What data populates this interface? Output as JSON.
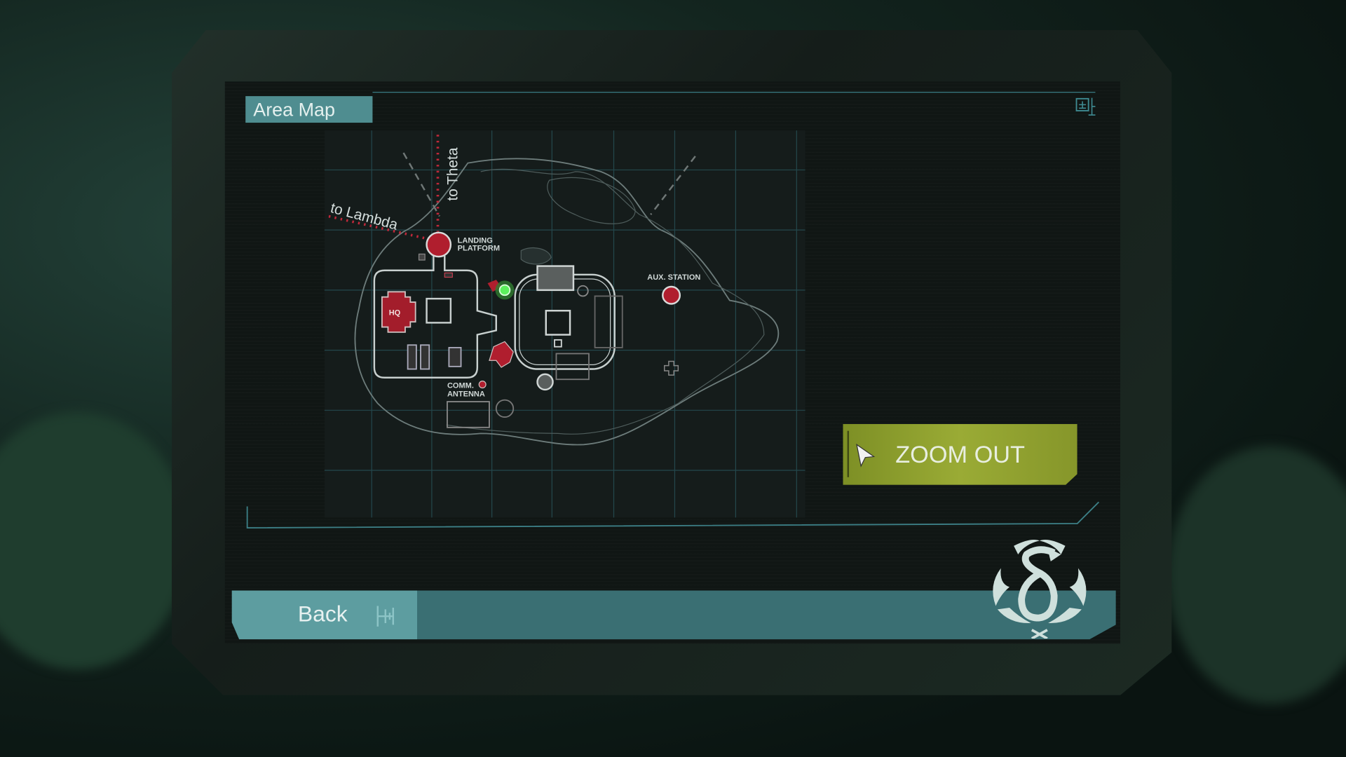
{
  "header": {
    "title": "Area Map"
  },
  "map": {
    "routes": [
      {
        "label": "to Lambda"
      },
      {
        "label": "to Theta"
      }
    ],
    "locations": [
      {
        "label_line1": "LANDING",
        "label_line2": "PLATFORM"
      },
      {
        "label": "HQ"
      },
      {
        "label_line1": "COMM.",
        "label_line2": "ANTENNA"
      },
      {
        "label": "AUX. STATION"
      }
    ]
  },
  "controls": {
    "zoom_out_label": "ZOOM OUT",
    "back_label": "Back"
  },
  "colors": {
    "accent_teal": "#4f8d90",
    "marker_red": "#b01e2e",
    "player_green": "#4be04b",
    "button_green": "#8fa02e"
  }
}
